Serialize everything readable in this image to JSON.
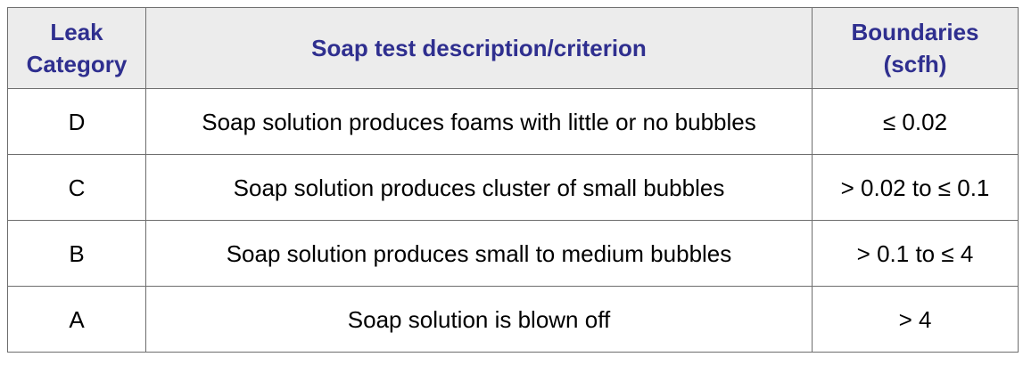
{
  "header": {
    "category_line1": "Leak",
    "category_line2": "Category",
    "description": "Soap test description/criterion",
    "boundaries_line1": "Boundaries",
    "boundaries_line2": "(scfh)"
  },
  "rows": [
    {
      "category": "D",
      "description": "Soap solution produces foams with little or no bubbles",
      "boundary": "≤ 0.02"
    },
    {
      "category": "C",
      "description": "Soap solution produces cluster of small bubbles",
      "boundary": "> 0.02 to ≤ 0.1"
    },
    {
      "category": "B",
      "description": "Soap solution produces small to medium bubbles",
      "boundary": "> 0.1 to ≤ 4"
    },
    {
      "category": "A",
      "description": "Soap solution is blown off",
      "boundary": "> 4"
    }
  ]
}
